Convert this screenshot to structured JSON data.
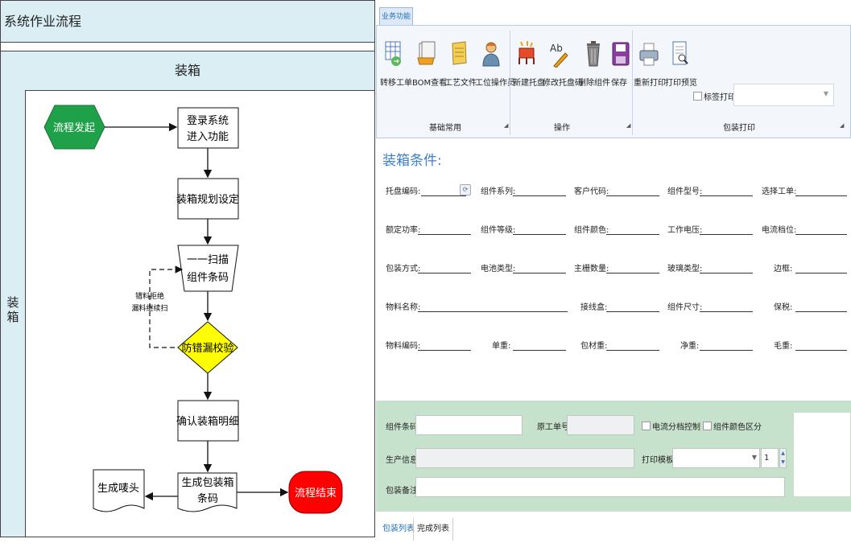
{
  "flow": {
    "title": "系统作业流程",
    "lane_header": "装箱",
    "lane_side": "装箱",
    "nodes": {
      "start": "流程发起",
      "login_line1": "登录系统",
      "login_line2": "进入功能",
      "plan": "装箱规划设定",
      "scan_line1": "一一扫描",
      "scan_line2": "组件条码",
      "check": "防错漏校验",
      "confirm": "确认装箱明细",
      "barcode_line1": "生成包装箱",
      "barcode_line2": "条码",
      "label": "生成唛头",
      "end": "流程结束"
    },
    "loop_note_line1": "错料拒绝",
    "loop_note_line2": "漏料继续扫",
    "colors": {
      "start": "#1fa14a",
      "check": "#ffff00",
      "end": "#ff0000",
      "lane": "#daeef3"
    }
  },
  "app": {
    "ribbon_tab": "业务功能",
    "buttons": {
      "transfer_order": "转移工单",
      "bom_view": "BOM查看",
      "process_file": "工艺文件",
      "station_operator": "工位操作员",
      "new_pallet": "新建托盘",
      "edit_pallet_code": "修改托盘码",
      "delete_component": "删除组件",
      "save": "保存",
      "reprint": "重新打印",
      "print_preview": "打印预览",
      "label_print": "标签打印"
    },
    "groups": {
      "common": "基础常用",
      "operate": "操作",
      "print": "包装打印"
    },
    "conditions_title": "装箱条件:",
    "fields": {
      "pallet_no": "托盘编码:",
      "component_series": "组件系列:",
      "customer_code": "客户代码:",
      "component_model": "组件型号:",
      "select_order": "选择工单:",
      "rated_power": "额定功率:",
      "component_grade": "组件等级:",
      "component_color": "组件颜色:",
      "working_voltage": "工作电压:",
      "current_level": "电流档位:",
      "packing_mode": "包装方式:",
      "cell_type": "电池类型:",
      "busbar_count": "主栅数量:",
      "glass_type": "玻璃类型:",
      "frame": "边框:",
      "material_name": "物料名称:",
      "junction_box": "接线盒:",
      "component_size": "组件尺寸:",
      "tax": "保税:",
      "material_code": "物料编码:",
      "unit_weight": "单重:",
      "pack_weight": "包材重:",
      "net_weight": "净重:",
      "gross_weight": "毛重:"
    },
    "entry": {
      "component_barcode": "组件条码:",
      "original_order": "原工单号:",
      "current_grading": "电流分档控制",
      "color_distinguish": "组件颜色区分",
      "production_info": "生产信息:",
      "print_template": "打印模板:",
      "copies": "1",
      "packing_note": "包装备注:"
    },
    "bottom_tabs": {
      "pack_list": "包装列表",
      "done_list": "完成列表"
    },
    "colors": {
      "accent": "#3b7fc4",
      "entry_bg": "#c7e2cc",
      "ribbon_bg": "#f3f6fb"
    }
  }
}
